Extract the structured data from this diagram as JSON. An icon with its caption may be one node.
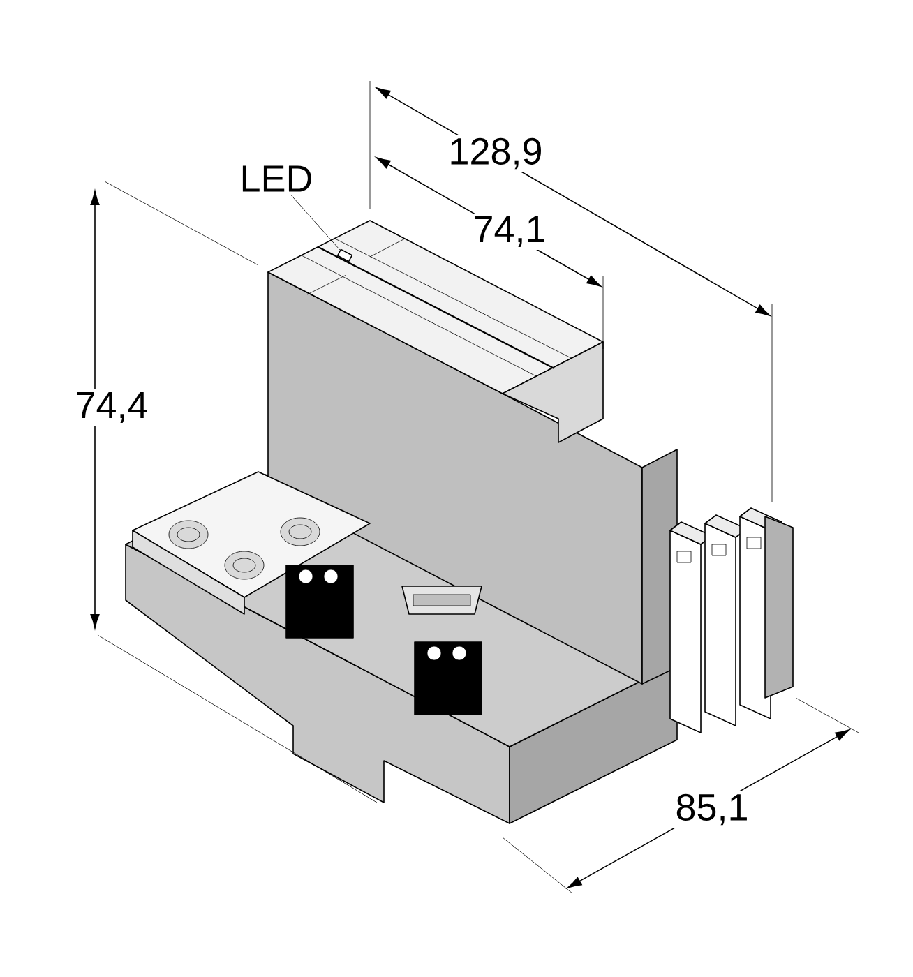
{
  "diagram": {
    "nodes": [
      {
        "text": [
          "LED"
        ]
      },
      {
        "text": [],
        "shape": "box"
      }
    ],
    "edges": [
      {
        "from": 0,
        "to": 1,
        "arrow": "none"
      }
    ],
    "labels": [
      "128,9",
      "74,1",
      "74,4",
      "85,1"
    ]
  }
}
